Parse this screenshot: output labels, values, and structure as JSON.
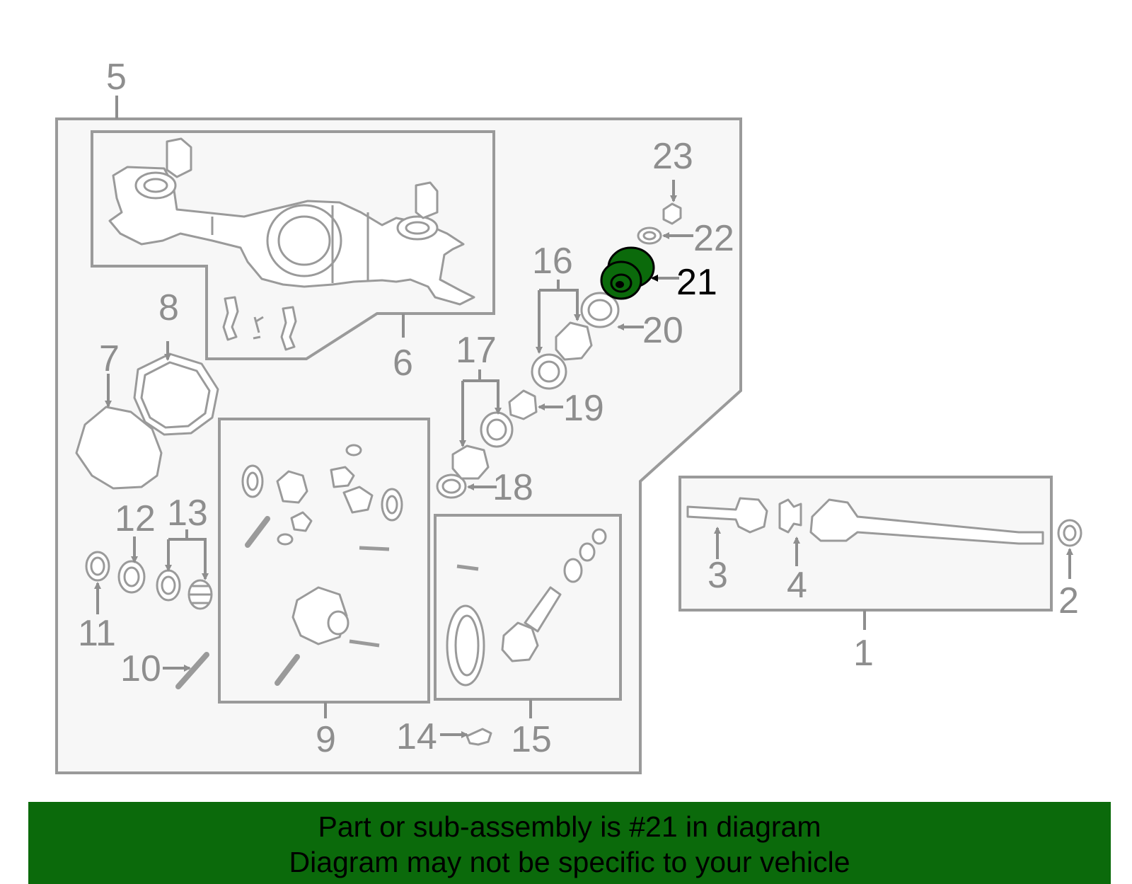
{
  "diagram": {
    "highlighted_part": "21",
    "highlight_color": "#0b6a0b",
    "callouts": {
      "c1": "1",
      "c2": "2",
      "c3": "3",
      "c4": "4",
      "c5": "5",
      "c6": "6",
      "c7": "7",
      "c8": "8",
      "c9": "9",
      "c10": "10",
      "c11": "11",
      "c12": "12",
      "c13": "13",
      "c14": "14",
      "c15": "15",
      "c16": "16",
      "c17": "17",
      "c18": "18",
      "c19": "19",
      "c20": "20",
      "c21": "21",
      "c22": "22",
      "c23": "23"
    }
  },
  "footer": {
    "line1": "Part or sub-assembly is #21 in diagram",
    "line2": "Diagram may not be specific to your vehicle",
    "background": "#0b6a0b"
  }
}
